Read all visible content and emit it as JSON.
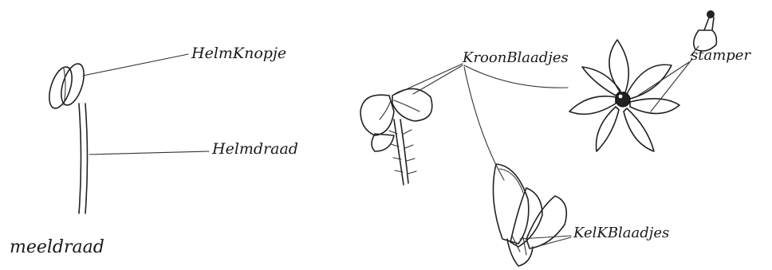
{
  "labels": {
    "helmknopje": "HelmKnopje",
    "helmdraad": "Helmdraad",
    "meeldraad": "meeldraad",
    "kroonblaadjes": "KroonBlaadjes",
    "stamper": "stamper",
    "kelkblaadjes": "KelKBlaadjes"
  },
  "colors": {
    "ink": "#222222",
    "paper": "#ffffff"
  }
}
